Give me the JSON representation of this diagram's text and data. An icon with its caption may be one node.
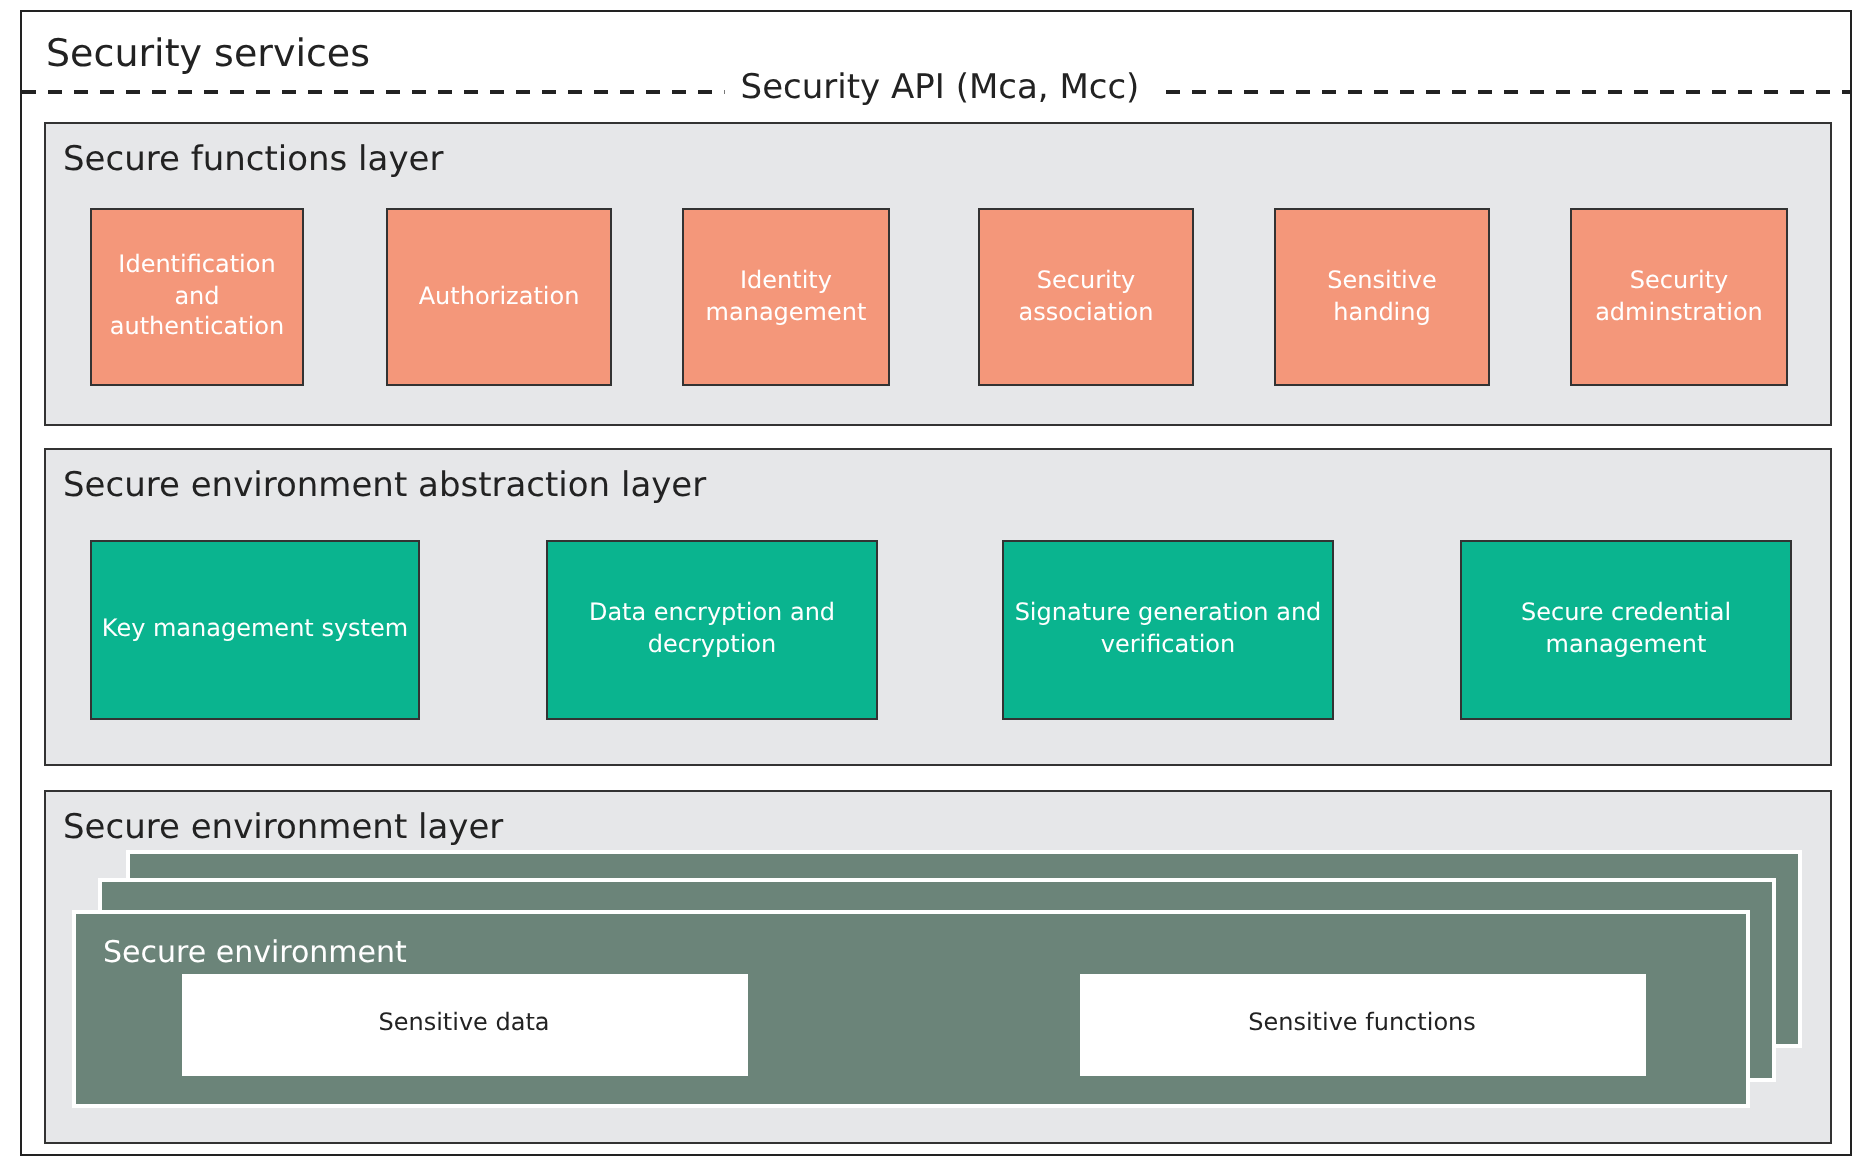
{
  "diagram": {
    "nodes": [
      {
        "text": [
          "Security services"
        ]
      },
      {
        "text": [
          "Secure functions layer"
        ],
        "in": 0
      },
      {
        "text": [
          "Identification and authentication"
        ],
        "in": 1
      },
      {
        "text": [
          "Authorization"
        ],
        "in": 1
      },
      {
        "text": [
          "Identity management"
        ],
        "in": 1
      },
      {
        "text": [
          "Security association"
        ],
        "in": 1
      },
      {
        "text": [
          "Sensitive handing"
        ],
        "in": 1
      },
      {
        "text": [
          "Security adminstration"
        ],
        "in": 1
      },
      {
        "text": [
          "Secure environment abstraction layer"
        ],
        "in": 0
      },
      {
        "text": [
          "Key management system"
        ],
        "in": 8
      },
      {
        "text": [
          "Data encryption and decryption"
        ],
        "in": 8
      },
      {
        "text": [
          "Signature generation and verification"
        ],
        "in": 8
      },
      {
        "text": [
          "Secure credential management"
        ],
        "in": 8
      },
      {
        "text": [
          "Secure environment layer"
        ],
        "in": 0
      },
      {
        "text": [],
        "shape": "box",
        "in": 13
      },
      {
        "text": [],
        "shape": "box",
        "in": 13
      },
      {
        "text": [
          "Secure environment"
        ],
        "in": 13
      },
      {
        "text": [
          "Sensitive data"
        ],
        "in": 16
      },
      {
        "text": [
          "Sensitive functions"
        ],
        "in": 16
      }
    ],
    "edges": [],
    "labels": [
      "Security API (Mca, Mcc)"
    ]
  }
}
